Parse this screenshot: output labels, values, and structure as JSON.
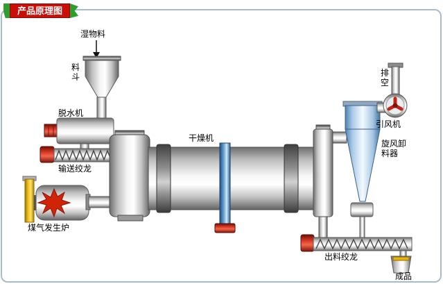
{
  "header": {
    "title": "产品原理图"
  },
  "labels": {
    "wet_material": "湿物料",
    "hopper": "料斗",
    "dewaterer": "脱水机",
    "feed_auger": "输送绞龙",
    "gas_furnace": "煤气发生炉",
    "dryer": "干燥机",
    "exhaust": "排空",
    "draft_fan": "引风机",
    "cyclone_discharger": "旋风卸料器",
    "discharge_auger": "出料绞龙",
    "finished_product": "成品"
  },
  "colors": {
    "badge_red": "#cb0f08",
    "badge_green": "#2f9e2f",
    "frame_border": "#a6bad2",
    "support_blue": "#4a7fb5",
    "motor_red": "#d83820",
    "furnace_yellow": "#f2c41d",
    "cyclone_blue": "#4c80b4"
  }
}
